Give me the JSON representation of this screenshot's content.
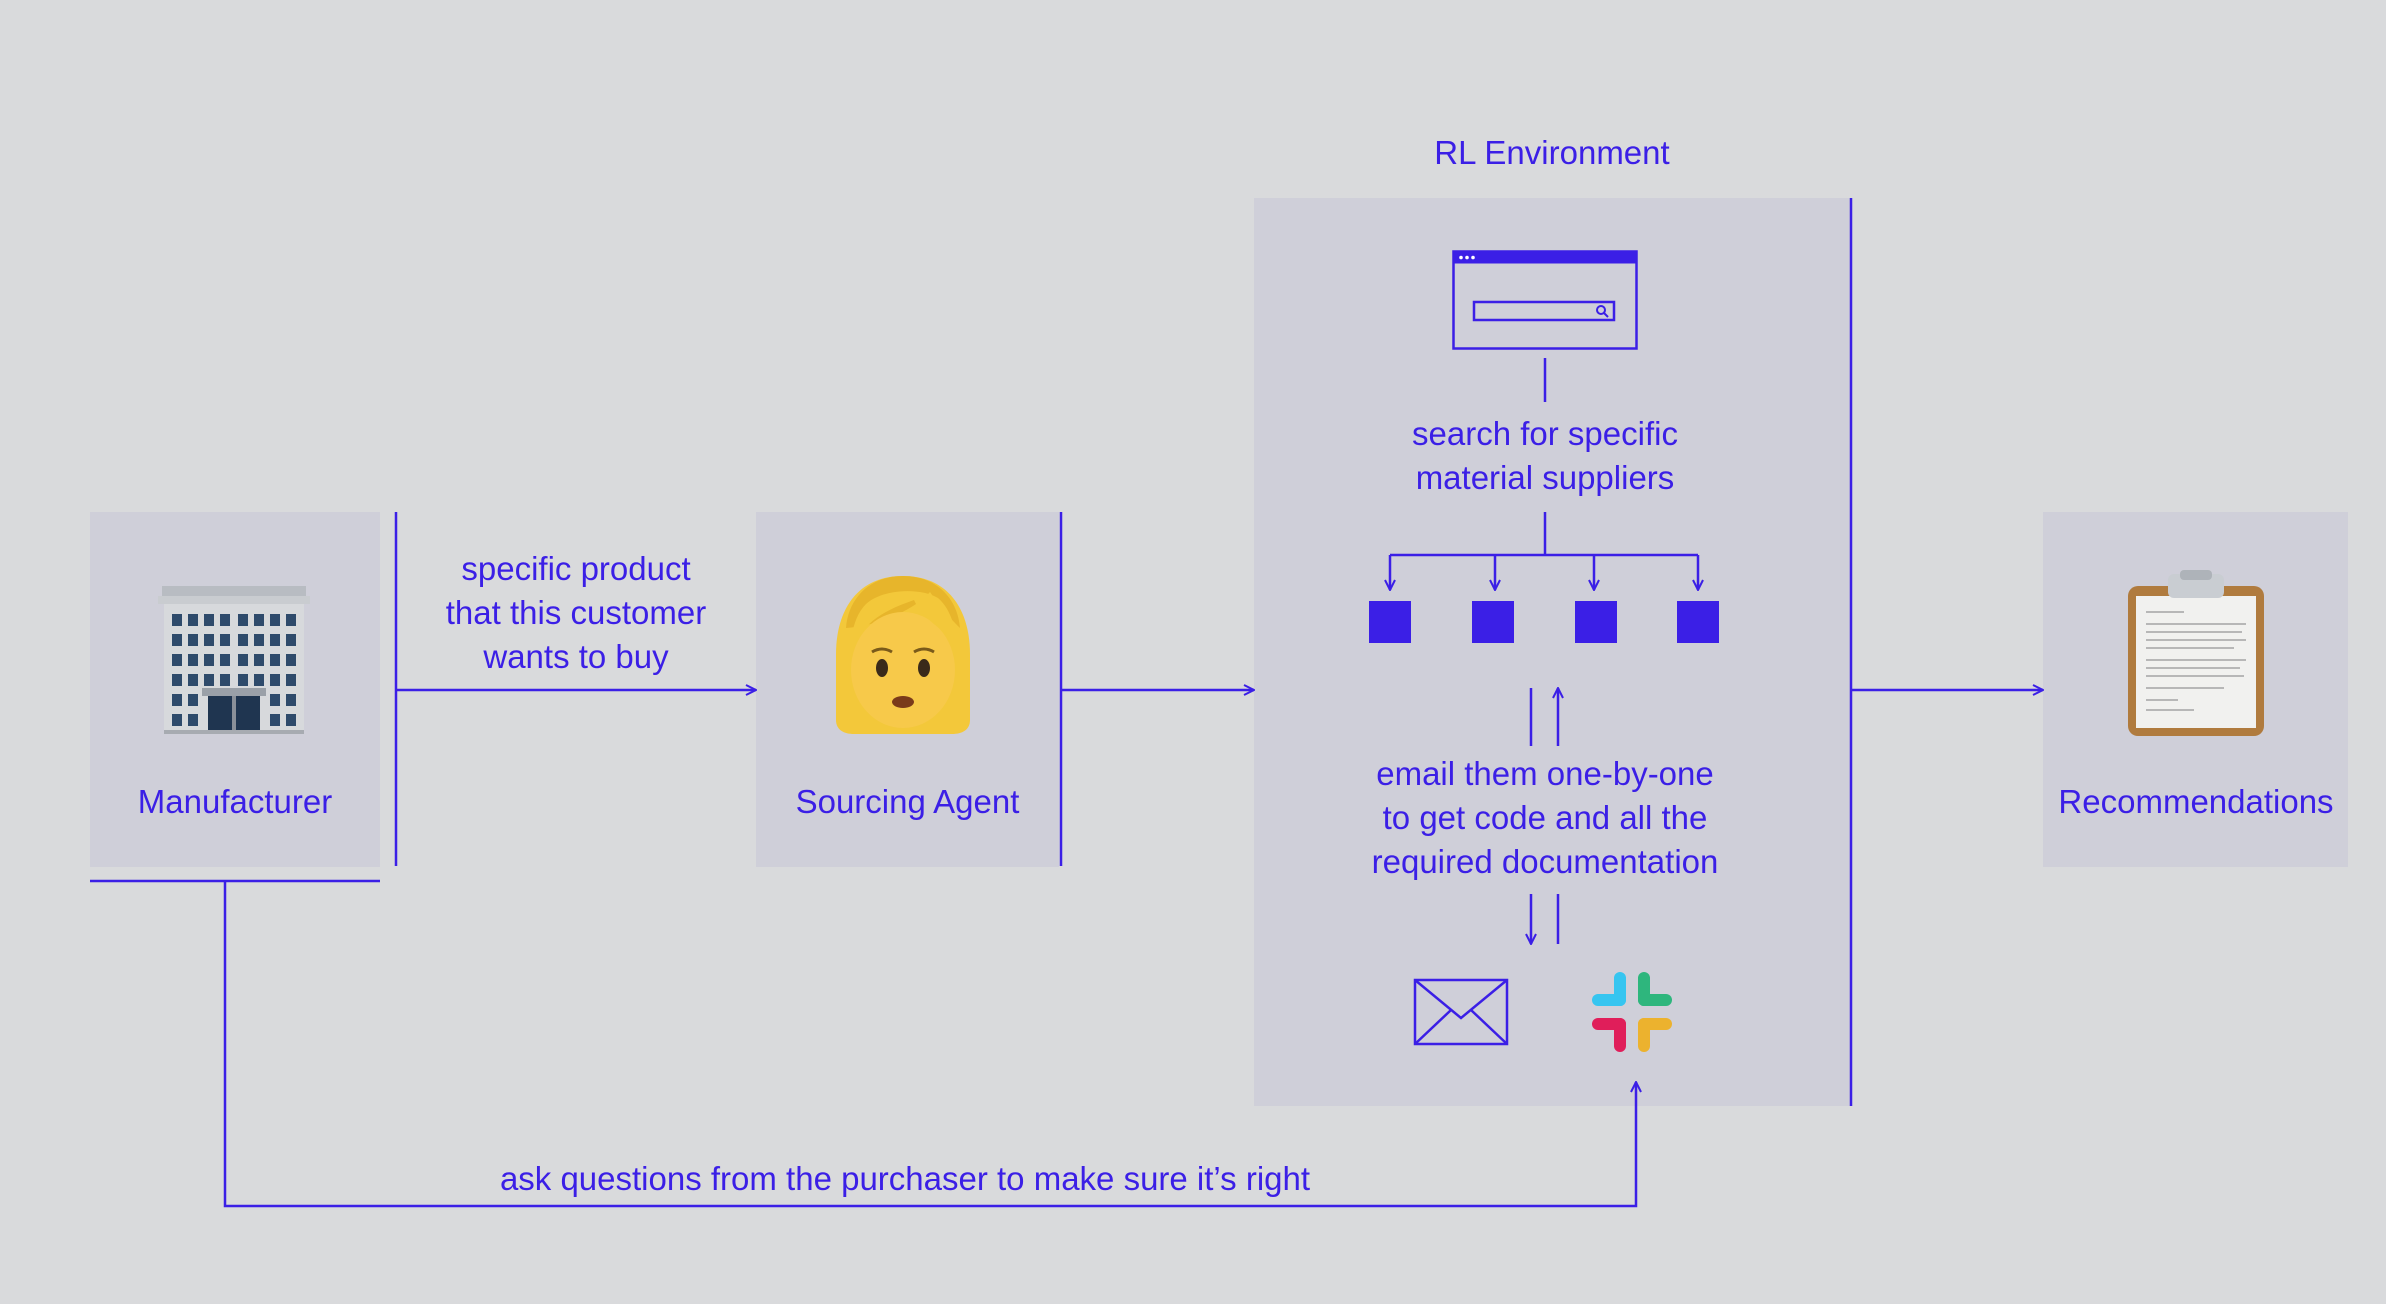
{
  "diagram": {
    "environment_title": "RL Environment",
    "nodes": {
      "manufacturer": {
        "label": "Manufacturer",
        "icon": "office-building-icon"
      },
      "sourcing_agent": {
        "label": "Sourcing Agent",
        "icon": "woman-agent-icon"
      },
      "recommendations": {
        "label": "Recommendations",
        "icon": "clipboard-icon"
      }
    },
    "edges": {
      "product_request": [
        "specific product",
        "that this customer",
        "wants to buy"
      ],
      "search_step": [
        "search for specific",
        "material suppliers"
      ],
      "email_step": [
        "email them one-by-one",
        "to get code and all the",
        "required documentation"
      ],
      "feedback": "ask questions from the purchaser to make sure it’s right"
    },
    "environment_icons": {
      "browser": "browser-search-window-icon",
      "suppliers": [
        "supplier-square-icon",
        "supplier-square-icon",
        "supplier-square-icon",
        "supplier-square-icon"
      ],
      "email": "envelope-icon",
      "chat": "slack-icon"
    },
    "colors": {
      "accent": "#3b1fe6",
      "background": "#d9dadc",
      "panel": "#cfcfd9"
    }
  }
}
